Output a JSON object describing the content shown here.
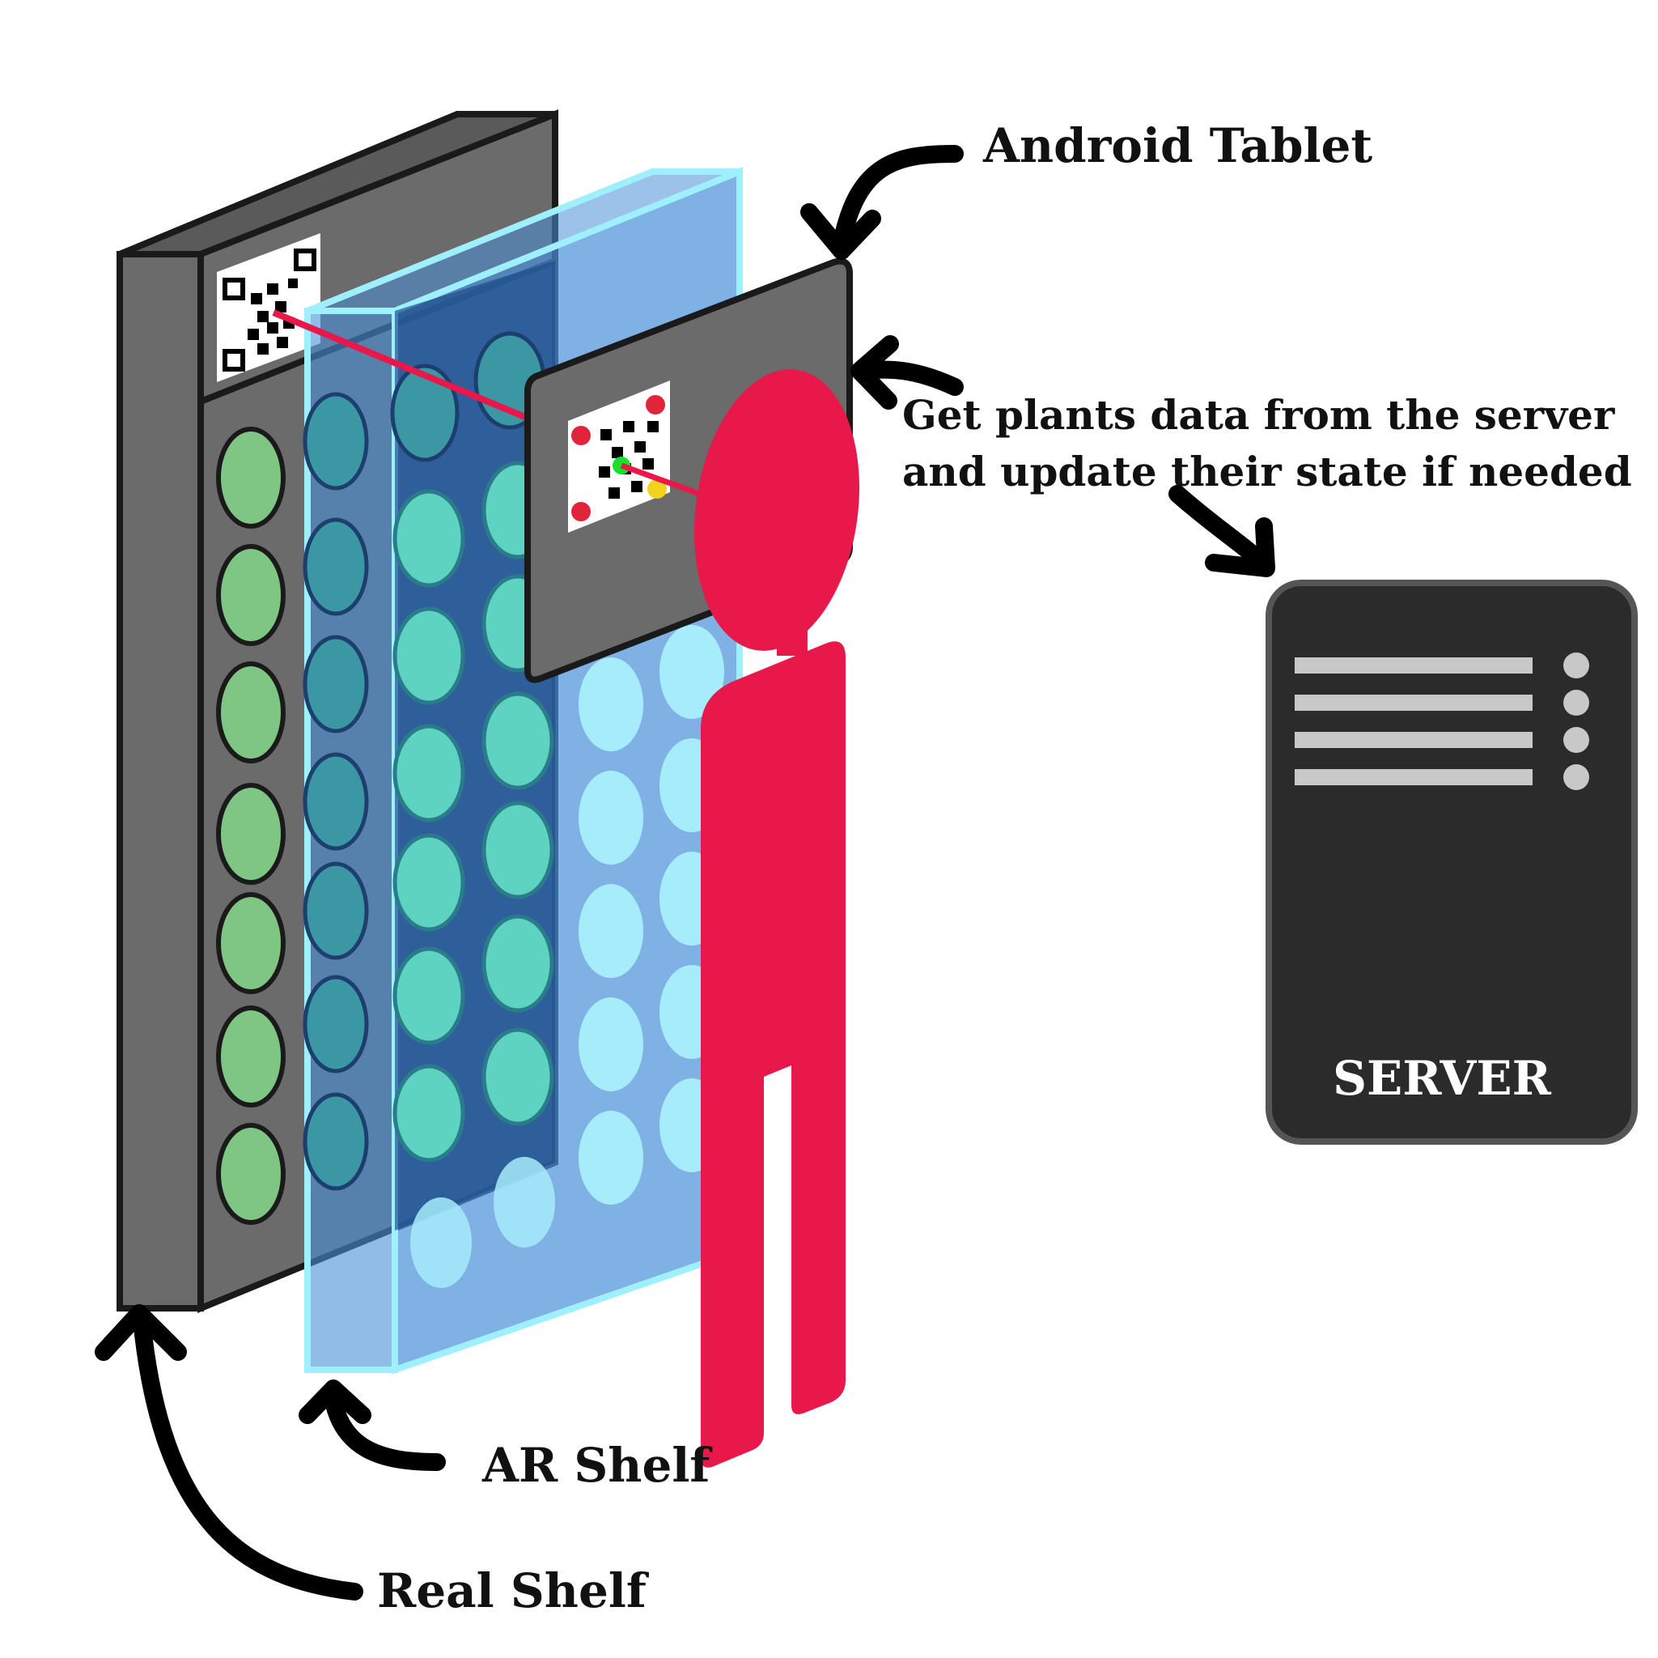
{
  "labels": {
    "android_tablet": "Android Tablet",
    "server_caption_line1": "Get plants data from the server",
    "server_caption_line2": "and update their state if needed",
    "ar_shelf": "AR Shelf",
    "real_shelf": "Real Shelf",
    "server": "SERVER"
  },
  "colors": {
    "shelf_frame": "#6b6b6b",
    "shelf_inner": "#3a3a3a",
    "plant_green": "#7fc583",
    "ar_blue": "#4a90d9",
    "ar_edge": "#9ff0ff",
    "ar_plant": "#5fd3c2",
    "ar_plant_light": "#a6ecfb",
    "person": "#e8194a",
    "server_body": "#2b2b2b",
    "server_bars": "#c8c8c8",
    "arrow": "#000000",
    "marker_red": "#e0243a",
    "marker_green": "#19e02a",
    "marker_yellow": "#f2d21b"
  },
  "icons": [
    "qr-code-icon",
    "server-icon",
    "person-icon",
    "tablet-icon",
    "curved-arrow-icon"
  ]
}
